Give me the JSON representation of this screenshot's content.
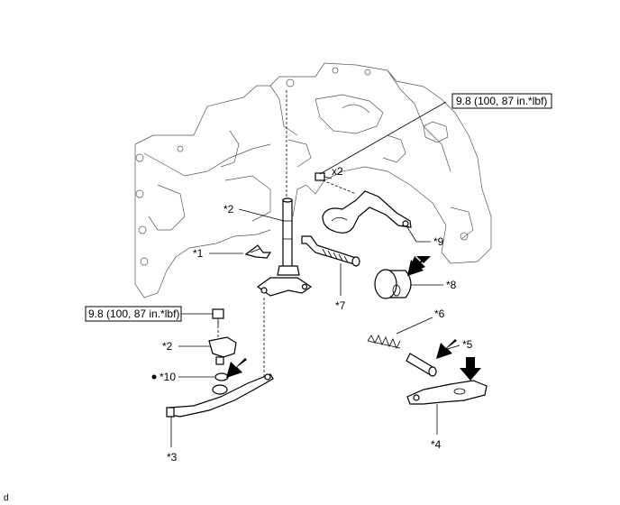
{
  "torque_top": "9.8 (100, 87 in.*lbf)",
  "torque_left": "9.8 (100, 87 in.*lbf)",
  "qty_x2": "x2",
  "labels": {
    "p1": "*1",
    "p2_shaft": "*2",
    "p2_bolt": "*2",
    "p3": "*3",
    "p4": "*4",
    "p5": "*5",
    "p6": "*6",
    "p7": "*7",
    "p8": "*8",
    "p9": "*9",
    "p10": "*10"
  },
  "corner_mark": "d"
}
